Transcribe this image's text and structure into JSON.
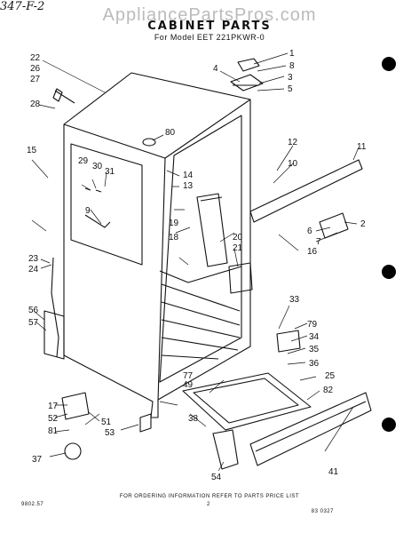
{
  "header": {
    "site": "AppliancePartsPros.com",
    "title": "CABINET PARTS",
    "model": "For Model EET 221PKWR-0"
  },
  "footer": {
    "note": "FOR ORDERING INFORMATION REFER TO PARTS PRICE LIST",
    "code_left": "9802.57",
    "page_num": "2",
    "code_right": "83 0327",
    "handwritten": "347-F-2"
  },
  "callouts": [
    "1",
    "2",
    "3",
    "4",
    "5",
    "6",
    "7",
    "8",
    "9",
    "10",
    "11",
    "12",
    "13",
    "14",
    "15",
    "16",
    "17",
    "18",
    "19",
    "20",
    "21",
    "22",
    "23",
    "24",
    "25",
    "26",
    "27",
    "28",
    "29",
    "30",
    "31",
    "33",
    "34",
    "35",
    "36",
    "37",
    "38",
    "41",
    "49",
    "51",
    "52",
    "53",
    "54",
    "56",
    "57",
    "77",
    "79",
    "80",
    "81",
    "82"
  ],
  "colors": {
    "ink": "#111111",
    "watermark": "#bbbbbb",
    "paper": "#ffffff"
  }
}
